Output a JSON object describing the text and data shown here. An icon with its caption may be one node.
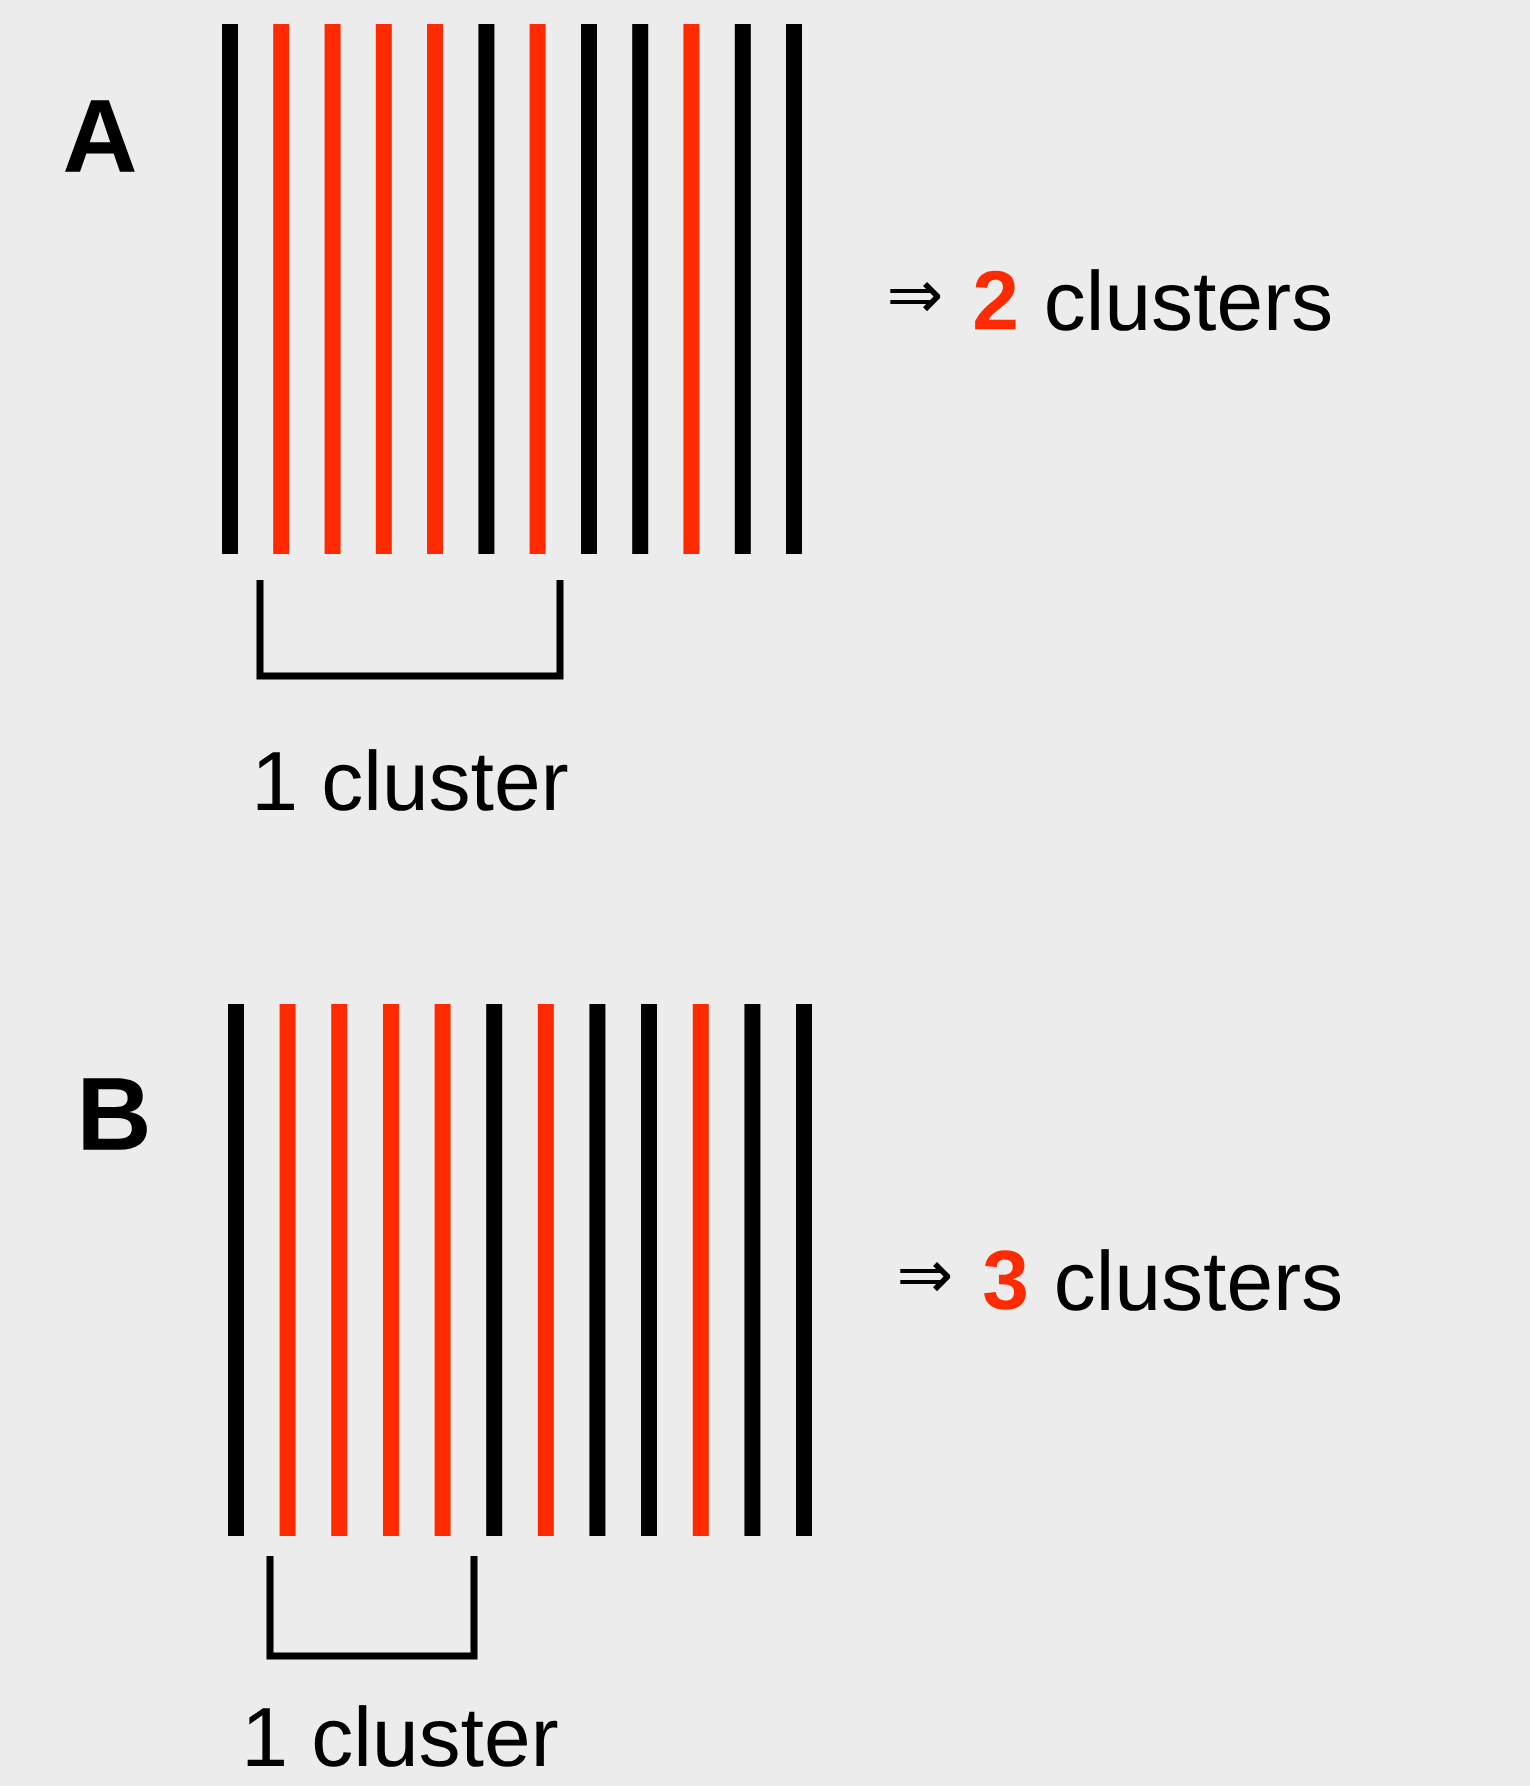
{
  "diagram": {
    "labels": [
      "A",
      "⇒",
      "2",
      "clusters",
      "1 cluster",
      "B",
      "⇒",
      "3",
      "clusters",
      "1 cluster"
    ]
  }
}
